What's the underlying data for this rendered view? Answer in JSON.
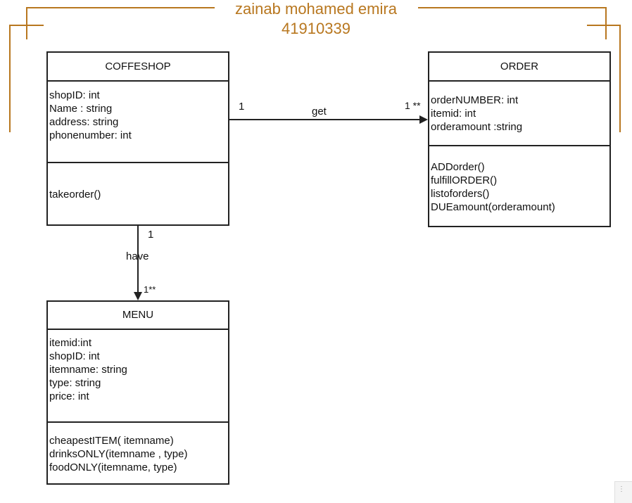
{
  "title": {
    "name": "zainab mohamed emira",
    "id": "41910339",
    "color": "#b8771f"
  },
  "classes": {
    "coffeshop": {
      "name": "COFFESHOP",
      "attributes": [
        "shopID: int",
        "Name : string",
        "address: string",
        "phonenumber: int"
      ],
      "methods": [
        "takeorder()"
      ]
    },
    "order": {
      "name": "ORDER",
      "attributes": [
        "orderNUMBER: int",
        "itemid: int",
        "orderamount :string"
      ],
      "methods": [
        "ADDorder()",
        "fulfillORDER()",
        "listoforders()",
        "DUEamount(orderamount)"
      ]
    },
    "menu": {
      "name": "MENU",
      "attributes": [
        "itemid:int",
        "shopID: int",
        "itemname: string",
        "type: string",
        "price: int"
      ],
      "methods": [
        "cheapestITEM( itemname)",
        "drinksONLY(itemname , type)",
        "foodONLY(itemname, type)"
      ]
    }
  },
  "relations": {
    "get": {
      "label": "get",
      "source_mult": "1",
      "target_mult": "1 **"
    },
    "have": {
      "label": "have",
      "source_mult": "1",
      "target_mult": "1**"
    }
  }
}
